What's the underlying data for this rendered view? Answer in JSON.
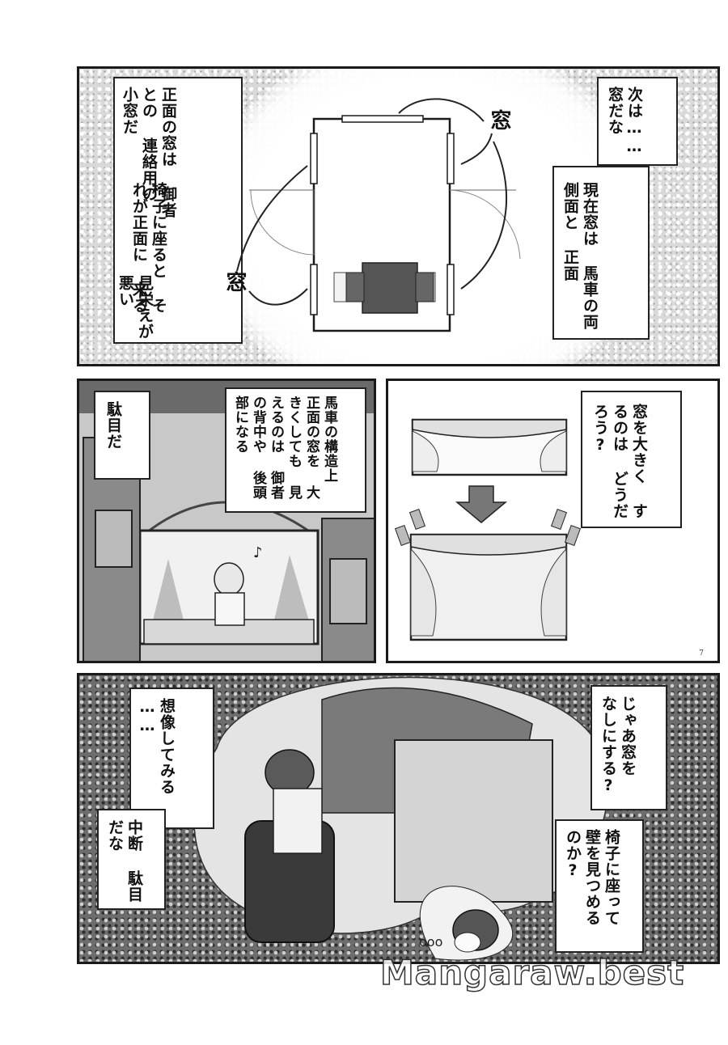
{
  "page": {
    "number": "7",
    "watermark": "Mangaraw.best"
  },
  "panel1": {
    "caption_left": [
      "正面の窓は",
      "御者との",
      "連絡用の",
      "小窓だ"
    ],
    "caption_mid": [
      "椅子に座ると",
      "それが正面に",
      "来る"
    ],
    "caption_low": [
      "見栄えが",
      "悪い"
    ],
    "caption_right_top": [
      "次は……",
      "窓だな"
    ],
    "caption_right": [
      "現在窓は",
      "馬車の両側面と",
      "正面"
    ],
    "diagram_label_top": "窓",
    "diagram_label_bottom": "窓"
  },
  "panel2": {
    "caption_left": [
      "駄目だ"
    ],
    "caption_right": [
      "馬車の構造上",
      "正面の窓を",
      "大きくしても",
      "見えるのは",
      "御者の背中や",
      "後頭部になる"
    ]
  },
  "panel3": {
    "caption": [
      "窓を大きく",
      "するのは",
      "どうだろう?"
    ]
  },
  "panel4": {
    "caption_left1": [
      "想像してみる",
      "……"
    ],
    "caption_left2": [
      "中断",
      "駄目だな"
    ],
    "caption_right1": [
      "じゃあ窓を",
      "なしにする?"
    ],
    "caption_right2": [
      "椅子に座って",
      "壁を見つめる",
      "のか?"
    ]
  }
}
